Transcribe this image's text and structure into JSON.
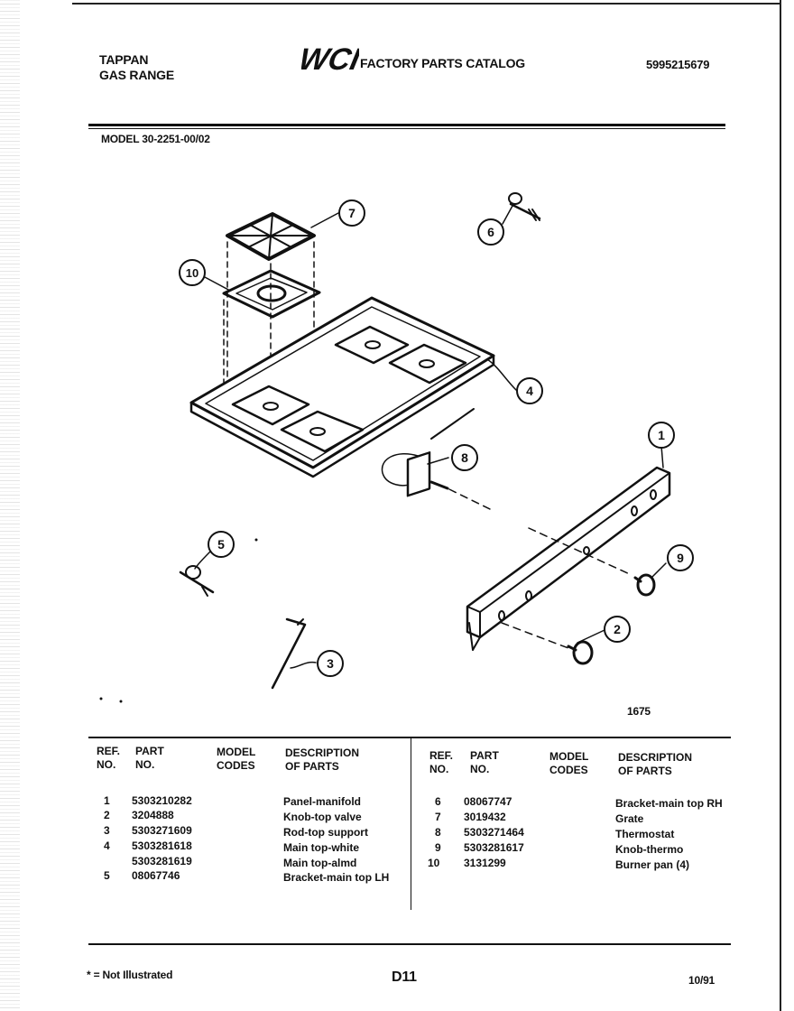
{
  "header": {
    "brand_line1": "TAPPAN",
    "brand_line2": "GAS RANGE",
    "logo_text": "WCI",
    "catalog_title": "FACTORY PARTS CATALOG",
    "catalog_number": "5995215679"
  },
  "model_line": "MODEL 30-2251-00/02",
  "diagram": {
    "callouts": [
      "1",
      "2",
      "3",
      "4",
      "5",
      "6",
      "7",
      "8",
      "9",
      "10"
    ],
    "diagram_id": "1675"
  },
  "table": {
    "headers": {
      "ref": "REF.\nNO.",
      "part": "PART\nNO.",
      "model": "MODEL\nCODES",
      "desc": "DESCRIPTION\nOF PARTS"
    },
    "left_rows": [
      {
        "ref": "1",
        "part": "5303210282",
        "desc": "Panel-manifold"
      },
      {
        "ref": "2",
        "part": "3204888",
        "desc": "Knob-top valve"
      },
      {
        "ref": "3",
        "part": "5303271609",
        "desc": "Rod-top support"
      },
      {
        "ref": "4",
        "part": "5303281618",
        "desc": "Main top-white"
      },
      {
        "ref": "",
        "part": "5303281619",
        "desc": "Main top-almd"
      },
      {
        "ref": "5",
        "part": "08067746",
        "desc": "Bracket-main top LH"
      }
    ],
    "right_rows": [
      {
        "ref": "6",
        "part": "08067747",
        "desc": "Bracket-main top RH"
      },
      {
        "ref": "7",
        "part": "3019432",
        "desc": "Grate"
      },
      {
        "ref": "8",
        "part": "5303271464",
        "desc": "Thermostat"
      },
      {
        "ref": "9",
        "part": "5303281617",
        "desc": "Knob-thermo"
      },
      {
        "ref": "10",
        "part": "3131299",
        "desc": "Burner pan (4)"
      }
    ]
  },
  "footer": {
    "footnote": "* = Not Illustrated",
    "page_id": "D11",
    "date": "10/91"
  }
}
